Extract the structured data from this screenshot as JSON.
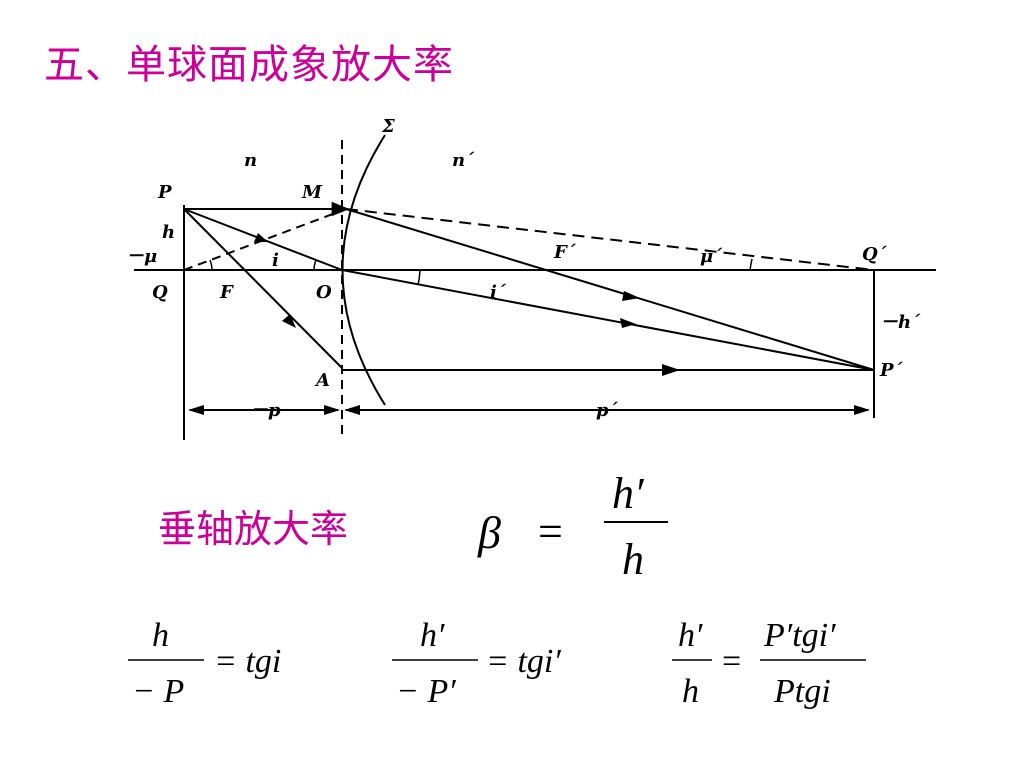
{
  "slide": {
    "title": "五、单球面成象放大率",
    "subtitle": "垂轴放大率"
  },
  "diagram": {
    "labels": {
      "sigma": "Σ",
      "n": "n",
      "n_prime": "n´",
      "P": "P",
      "M": "M",
      "h": "h",
      "neg_mu": "－μ",
      "Q": "Q",
      "F": "F",
      "O": "O",
      "i": "i",
      "i_prime": "i´",
      "F_prime": "F´",
      "mu_prime": "μ´",
      "Q_prime": "Q´",
      "neg_h_prime": "－h´",
      "P_prime": "P´",
      "A": "A",
      "neg_p": "－p",
      "p_prime": "p´"
    }
  },
  "equations": {
    "main": {
      "lhs": "β",
      "eq": "=",
      "num": "h′",
      "den": "h"
    },
    "eq1": {
      "num": "h",
      "den": "− P",
      "rhs": "= tgi"
    },
    "eq2": {
      "num": "h′",
      "den": "− P′",
      "rhs": "= tgi′"
    },
    "eq3": {
      "lnum": "h′",
      "lden": "h",
      "eq": "=",
      "rnum": "P′tgi′",
      "rden": "Ptgi"
    }
  }
}
